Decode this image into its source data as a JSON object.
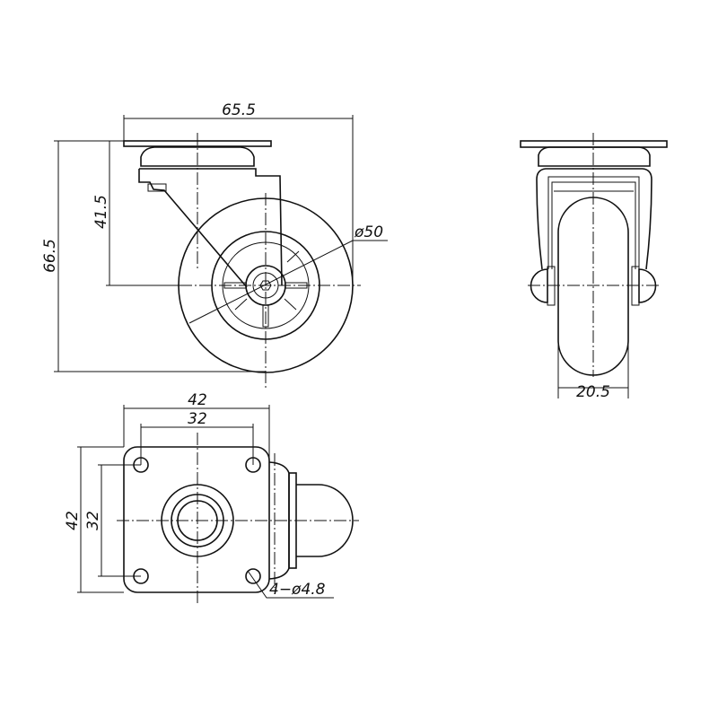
{
  "drawing": {
    "side_view": {
      "width": "65.5",
      "height": "66.5",
      "axle_height": "41.5",
      "wheel_diameter": "ø50"
    },
    "front_view": {
      "wheel_width": "20.5"
    },
    "top_view": {
      "plate_width": "42",
      "hole_spacing_x": "32",
      "plate_height": "42",
      "hole_spacing_y": "32",
      "holes": "4−ø4.8"
    },
    "line_color": "#111111"
  }
}
